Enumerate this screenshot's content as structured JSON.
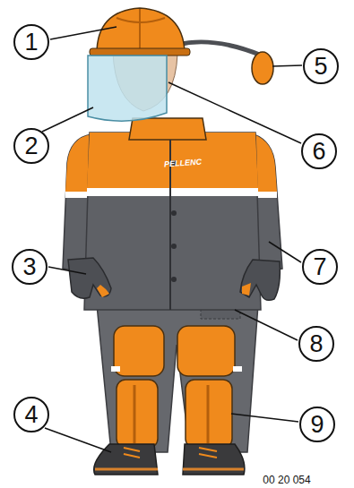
{
  "diagram": {
    "nodes": [
      {
        "text": [
          "1"
        ]
      },
      {
        "text": [
          "5"
        ]
      },
      {
        "text": [
          "2"
        ]
      },
      {
        "text": [
          "6"
        ]
      },
      {
        "text": [
          "3"
        ]
      },
      {
        "text": [
          "7"
        ]
      },
      {
        "text": [
          "8"
        ]
      },
      {
        "text": [
          "4"
        ]
      },
      {
        "text": [
          "9"
        ]
      }
    ],
    "labels": [
      "PELLENC",
      "00 20 054"
    ]
  }
}
